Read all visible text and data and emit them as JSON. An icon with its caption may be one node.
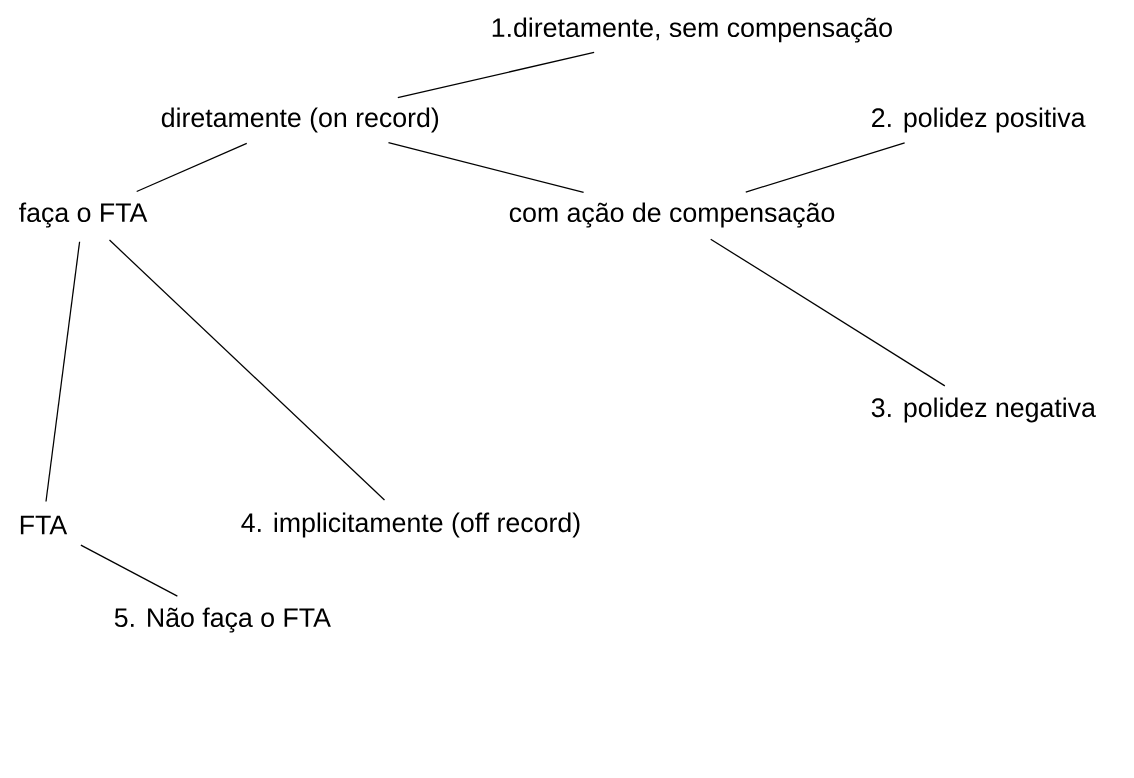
{
  "diagram": {
    "nodes": [
      {
        "text": [
          "1.diretamente, sem compensação"
        ]
      },
      {
        "text": [
          "diretamente (on record)"
        ]
      },
      {
        "text": [
          "2. polidez positiva"
        ]
      },
      {
        "text": [
          "faça o FTA"
        ]
      },
      {
        "text": [
          "com ação de compensação"
        ]
      },
      {
        "text": [
          "3. polidez negativa"
        ]
      },
      {
        "text": [
          "FTA"
        ]
      },
      {
        "text": [
          "4. implicitamente (off record)"
        ]
      },
      {
        "text": [
          "5. Não faça o FTA"
        ]
      }
    ],
    "edges": [
      {
        "from": 1,
        "to": 0,
        "arrow": "none"
      },
      {
        "from": 1,
        "to": 3,
        "arrow": "none"
      },
      {
        "from": 1,
        "to": 4,
        "arrow": "none"
      },
      {
        "from": 4,
        "to": 2,
        "arrow": "none"
      },
      {
        "from": 4,
        "to": 5,
        "arrow": "none"
      },
      {
        "from": 3,
        "to": 6,
        "arrow": "none"
      },
      {
        "from": 3,
        "to": 7,
        "arrow": "none"
      },
      {
        "from": 6,
        "to": 8,
        "arrow": "none"
      }
    ]
  }
}
